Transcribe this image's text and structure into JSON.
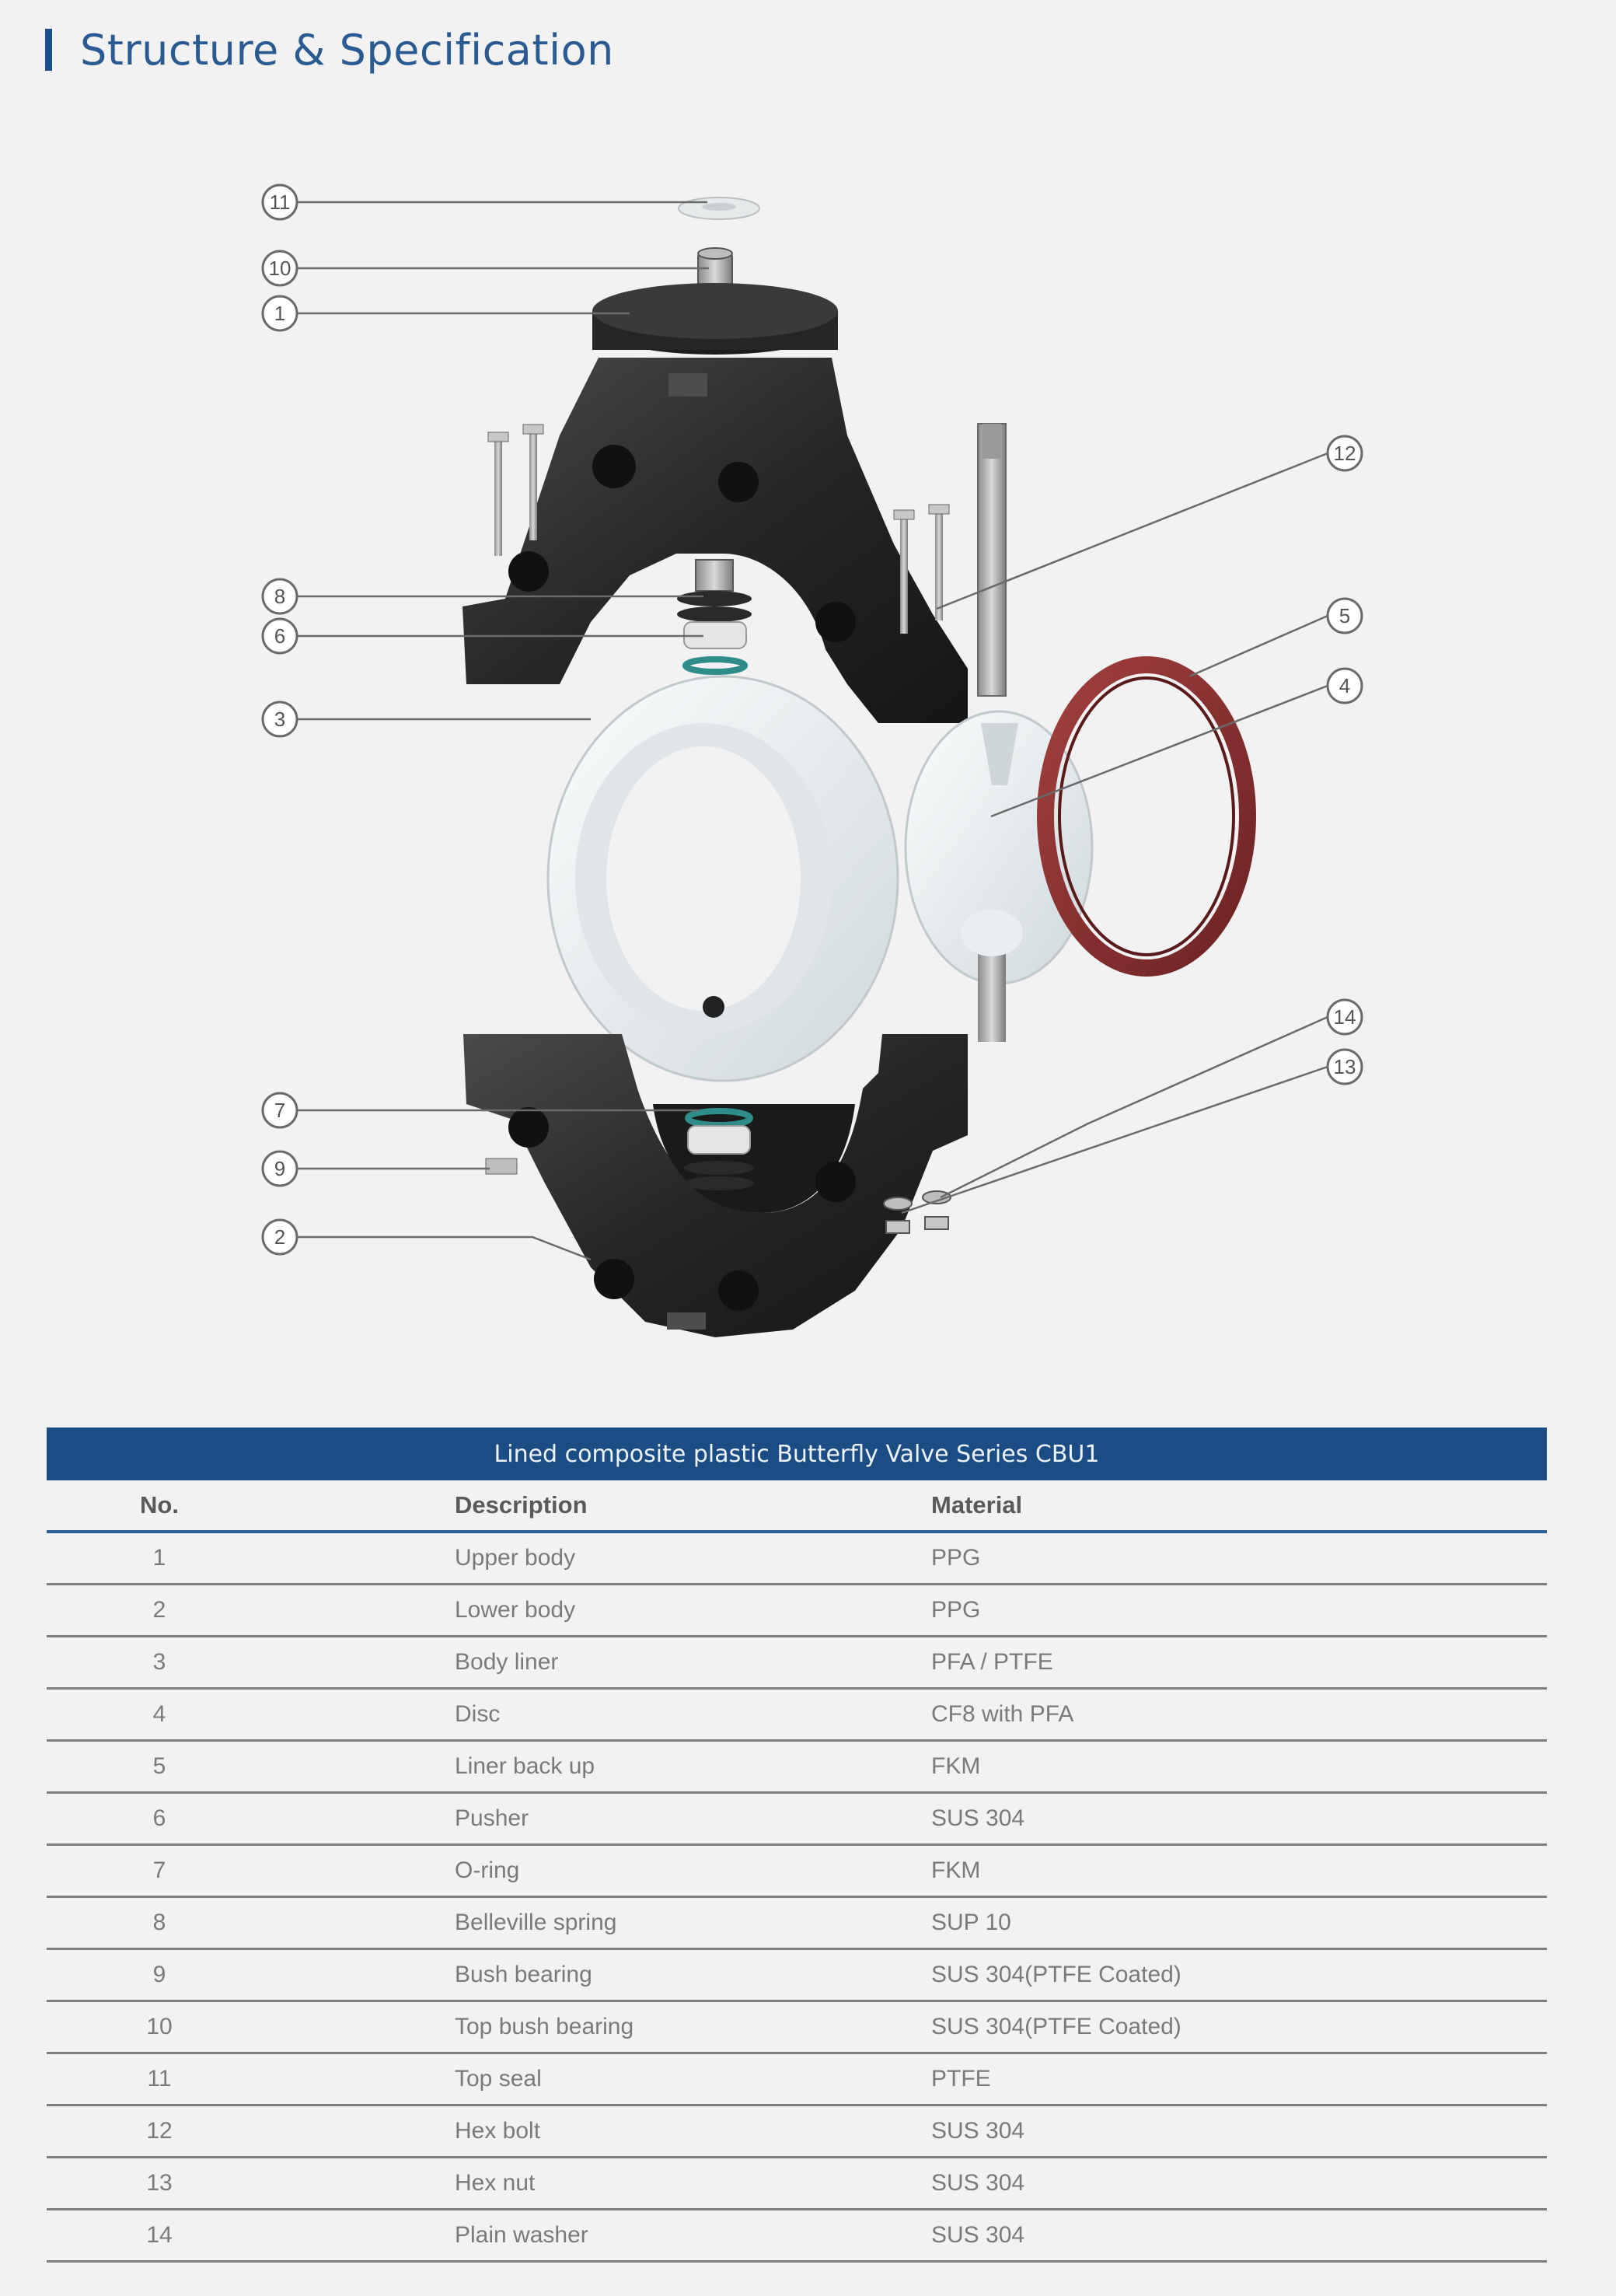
{
  "page": {
    "title": "Structure & Specification"
  },
  "diagram": {
    "callouts": [
      "11",
      "10",
      "1",
      "12",
      "5",
      "8",
      "6",
      "4",
      "3",
      "14",
      "13",
      "7",
      "9",
      "2"
    ]
  },
  "table": {
    "caption": "Lined composite plastic Butterfly Valve Series CBU1",
    "headers": {
      "no": "No.",
      "description": "Description",
      "material": "Material"
    },
    "rows": [
      {
        "no": "1",
        "description": "Upper body",
        "material": "PPG"
      },
      {
        "no": "2",
        "description": "Lower body",
        "material": "PPG"
      },
      {
        "no": "3",
        "description": "Body liner",
        "material": "PFA / PTFE"
      },
      {
        "no": "4",
        "description": "Disc",
        "material": "CF8 with PFA"
      },
      {
        "no": "5",
        "description": "Liner back up",
        "material": "FKM"
      },
      {
        "no": "6",
        "description": "Pusher",
        "material": "SUS 304"
      },
      {
        "no": "7",
        "description": "O-ring",
        "material": "FKM"
      },
      {
        "no": "8",
        "description": "Belleville spring",
        "material": "SUP 10"
      },
      {
        "no": "9",
        "description": "Bush bearing",
        "material": "SUS 304(PTFE Coated)"
      },
      {
        "no": "10",
        "description": "Top bush bearing",
        "material": "SUS 304(PTFE Coated)"
      },
      {
        "no": "11",
        "description": "Top seal",
        "material": "PTFE"
      },
      {
        "no": "12",
        "description": "Hex bolt",
        "material": "SUS 304"
      },
      {
        "no": "13",
        "description": "Hex nut",
        "material": "SUS 304"
      },
      {
        "no": "14",
        "description": "Plain washer",
        "material": "SUS 304"
      }
    ]
  },
  "colors": {
    "accent": "#1c4c84",
    "title": "#2a5a92",
    "background": "#f2f2f2",
    "body_dark": "#2b2b2b",
    "liner_white": "#e9eef0",
    "backup_red": "#8e2f2f",
    "oring_teal": "#2e8c8a"
  }
}
